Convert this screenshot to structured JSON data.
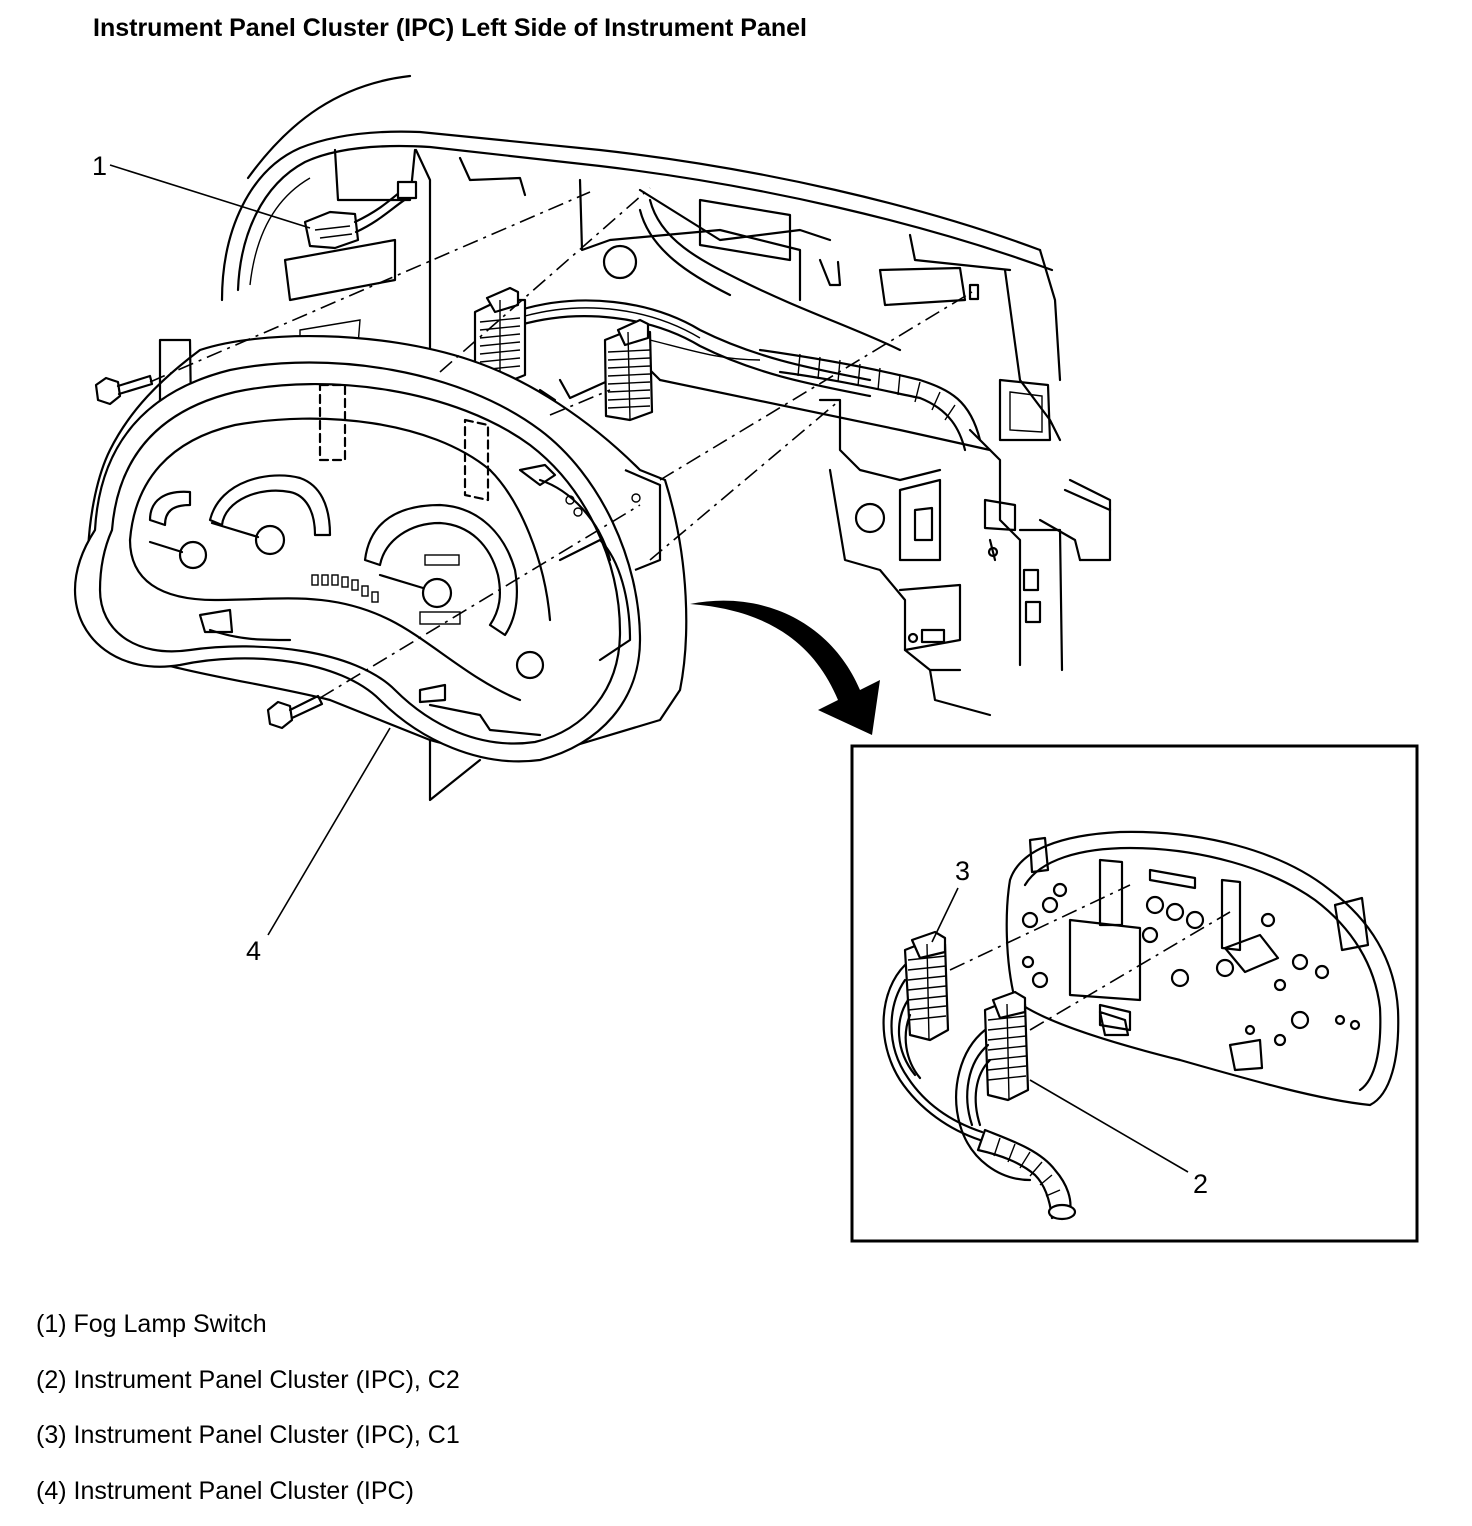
{
  "title": "Instrument Panel Cluster (IPC) Left Side of Instrument Panel",
  "callouts": [
    "1",
    "2",
    "3",
    "4"
  ],
  "legend": [
    "(1) Fog Lamp Switch",
    "(2) Instrument Panel Cluster (IPC), C2",
    "(3) Instrument Panel Cluster (IPC), C1",
    "(4) Instrument Panel Cluster (IPC)"
  ]
}
